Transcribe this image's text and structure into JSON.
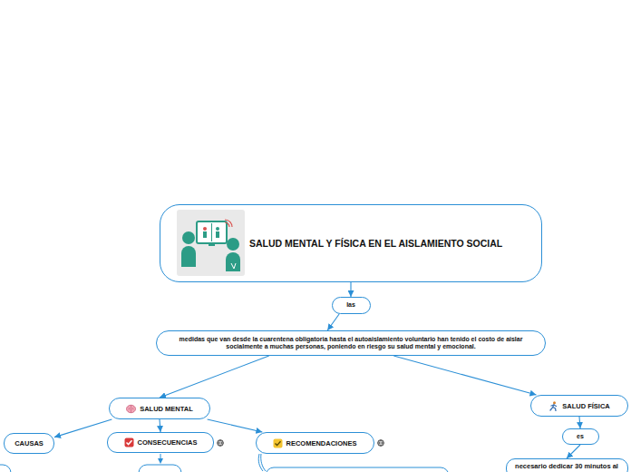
{
  "diagram": {
    "nodes": [
      {
        "text": [
          "SALUD MENTAL Y FÍSICA EN EL AISLAMIENTO SOCIAL"
        ]
      },
      {
        "text": [
          "las"
        ]
      },
      {
        "text": [
          "medidas que van desde la cuarentena obligatoria hasta el autoaislamiento voluntario han tenido el costo de aislar socialmente a muchas personas, poniendo en riesgo su salud mental y emocional."
        ]
      },
      {
        "text": [
          "SALUD MENTAL"
        ]
      },
      {
        "text": [
          "SALUD FÍSICA"
        ]
      },
      {
        "text": [
          "CAUSAS"
        ]
      },
      {
        "text": [
          "CONSECUENCIAS"
        ]
      },
      {
        "text": [
          "RECOMENDACIONES"
        ]
      },
      {
        "text": [
          "es"
        ]
      },
      {
        "text": [
          "necesario dedicar 30 minutos al"
        ]
      }
    ],
    "edges": [
      {
        "from": 0,
        "to": 1,
        "arrow": "to"
      },
      {
        "from": 1,
        "to": 2,
        "arrow": "to"
      },
      {
        "from": 2,
        "to": 3,
        "arrow": "to"
      },
      {
        "from": 2,
        "to": 4,
        "arrow": "to"
      },
      {
        "from": 3,
        "to": 5,
        "arrow": "to"
      },
      {
        "from": 3,
        "to": 6,
        "arrow": "to"
      },
      {
        "from": 3,
        "to": 7,
        "arrow": "to"
      },
      {
        "from": 4,
        "to": 8,
        "arrow": "to"
      },
      {
        "from": 8,
        "to": 9,
        "arrow": "to"
      }
    ]
  }
}
